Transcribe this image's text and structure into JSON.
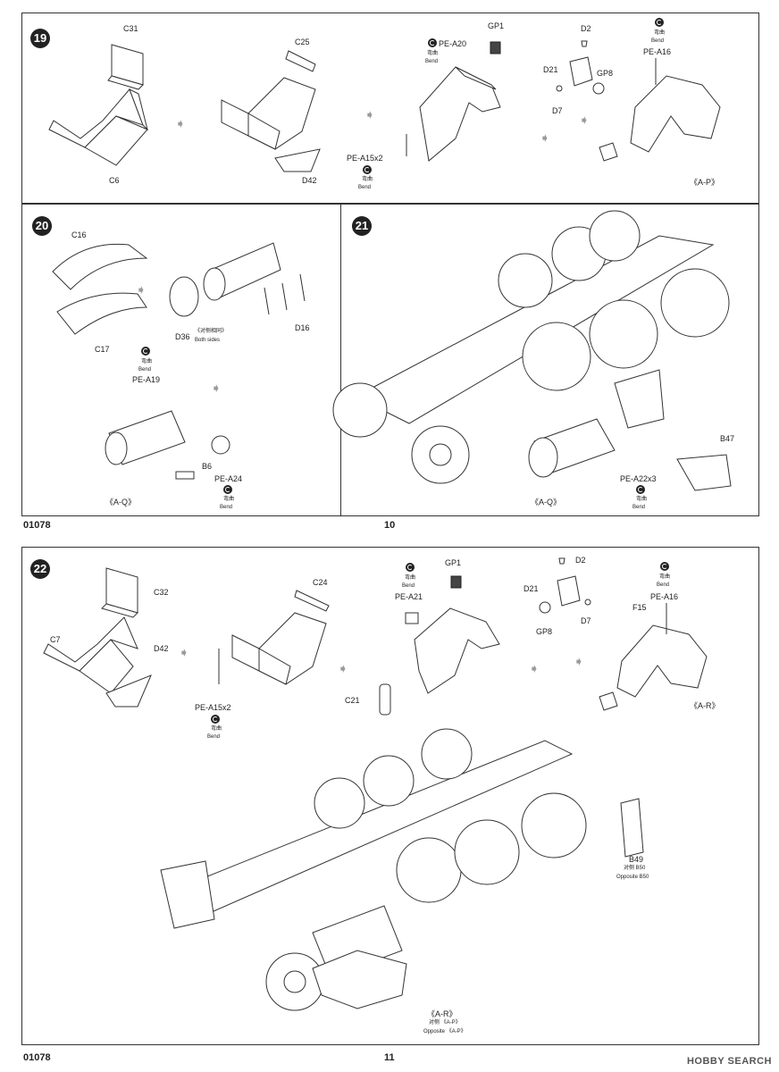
{
  "page_top": {
    "code": "01078",
    "number": "10",
    "step19": {
      "step": "19",
      "labels": {
        "c31": "C31",
        "c6": "C6",
        "c25": "C25",
        "d42": "D42",
        "pe_a20": "PE-A20",
        "gp1": "GP1",
        "d2": "D2",
        "d21": "D21",
        "gp8": "GP8",
        "d7": "D7",
        "pe_a16": "PE-A16",
        "pe_a15": "PE-A15x2",
        "ap": "《A-P》"
      },
      "bend_cn": "弯曲",
      "bend": "Bend"
    },
    "step20": {
      "step": "20",
      "labels": {
        "c16": "C16",
        "c17": "C17",
        "d36": "D36",
        "both_cn": "《对侧相同》",
        "both": "Both sides",
        "d16": "D16",
        "pe_a19": "PE-A19",
        "b6": "B6",
        "pe_a24": "PE-A24",
        "aq": "《A-Q》"
      },
      "bend_cn": "弯曲",
      "bend": "Bend"
    },
    "step21": {
      "step": "21",
      "labels": {
        "aq": "《A-Q》",
        "b47": "B47",
        "pe_a22": "PE-A22x3"
      },
      "bend_cn": "弯曲",
      "bend": "Bend"
    }
  },
  "page_bottom": {
    "code": "01078",
    "number": "11",
    "step22": {
      "step": "22",
      "labels": {
        "c32": "C32",
        "c7": "C7",
        "d42": "D42",
        "c24": "C24",
        "pe_a15": "PE-A15x2",
        "gp1": "GP1",
        "pe_a21": "PE-A21",
        "c21": "C21",
        "d2": "D2",
        "d21": "D21",
        "gp8": "GP8",
        "d7": "D7",
        "f15": "F15",
        "pe_a16": "PE-A16",
        "ar": "《A-R》",
        "b49": "B49",
        "opp_b50_cn": "对侧 B50",
        "opp_b50": "Opposite B50",
        "ar2": "《A-R》",
        "opp_ap_cn": "对侧 《A-P》",
        "opp_ap": "Opposite 《A-P》"
      },
      "bend_cn": "弯曲",
      "bend": "Bend"
    }
  },
  "watermark": "HOBBY SEARCH"
}
